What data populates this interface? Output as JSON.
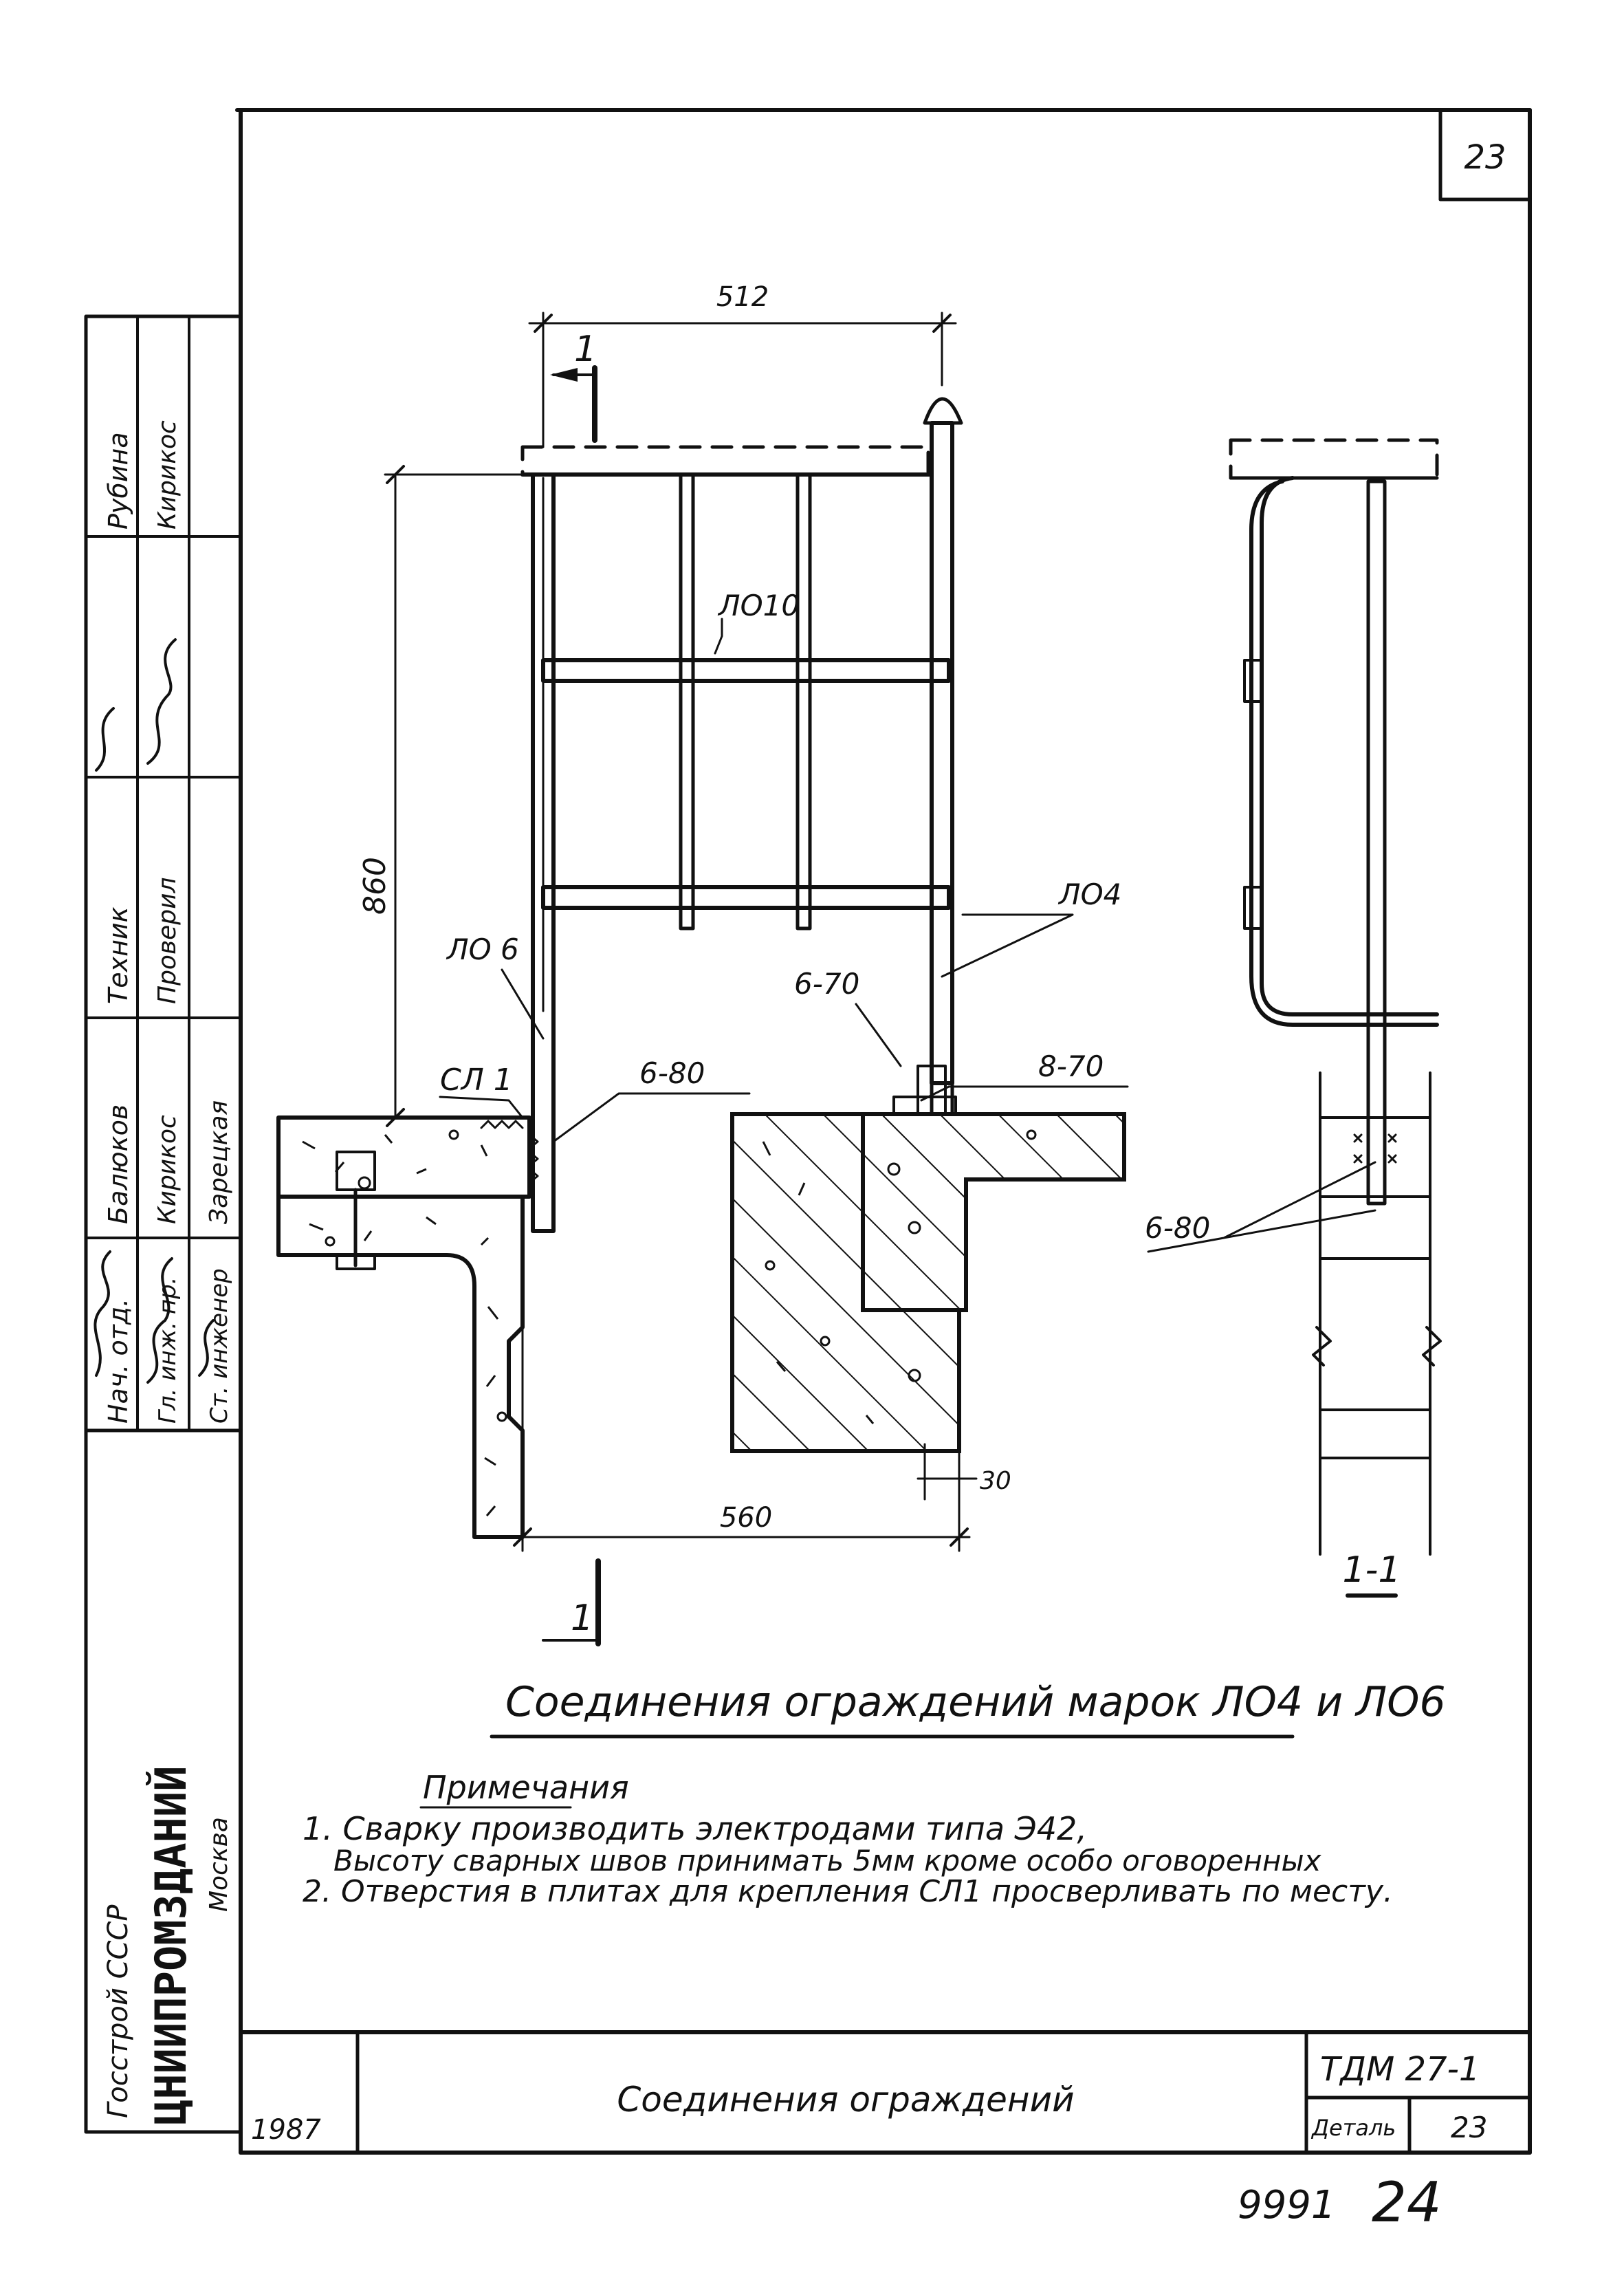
{
  "sheet_number": "23",
  "section_marks": [
    "1",
    "1"
  ],
  "section_view_label": "1-1",
  "dims": {
    "width_top": "512",
    "height": "860",
    "width_bottom": "560",
    "offset": "30"
  },
  "callouts": {
    "lo10": "ЛО10",
    "lo6": "ЛО 6",
    "lo4": "ЛО4",
    "sl1": "СЛ 1",
    "w680_left": "6-80",
    "w670": "6-70",
    "w870": "8-70",
    "w680_right": "6-80"
  },
  "drawing_title": "Соединения ограждений марок ЛО4 и ЛО6",
  "notes": {
    "heading": "Примечания",
    "items": [
      "1. Сварку производить электродами типа Э42,",
      "Высоту сварных швов принимать 5мм кроме особо оговоренных",
      "2. Отверстия в плитах для крепления СЛ1 просверливать по месту."
    ]
  },
  "side_stamp": {
    "rows": [
      {
        "role": "Нач. отд.",
        "name": "Балюков"
      },
      {
        "role": "Гл. инж. пр.",
        "name": "Кирикос"
      },
      {
        "role": "Ст. инженер",
        "name": "Зарецкая"
      },
      {
        "role": "Техник",
        "name": "Рубина"
      },
      {
        "role": "Проверил",
        "name": "Кирикос"
      }
    ],
    "org_line1": "Госстрой СССР",
    "org_line2": "ЦНИИПРОМЗДАНИЙ",
    "org_line3": "Москва"
  },
  "title_block": {
    "year": "1987",
    "title": "Соединения ограждений",
    "code": "ТДМ 27-1",
    "detail_label": "Деталь",
    "detail_number": "23"
  },
  "archive_number": "9991",
  "page_number": "24"
}
